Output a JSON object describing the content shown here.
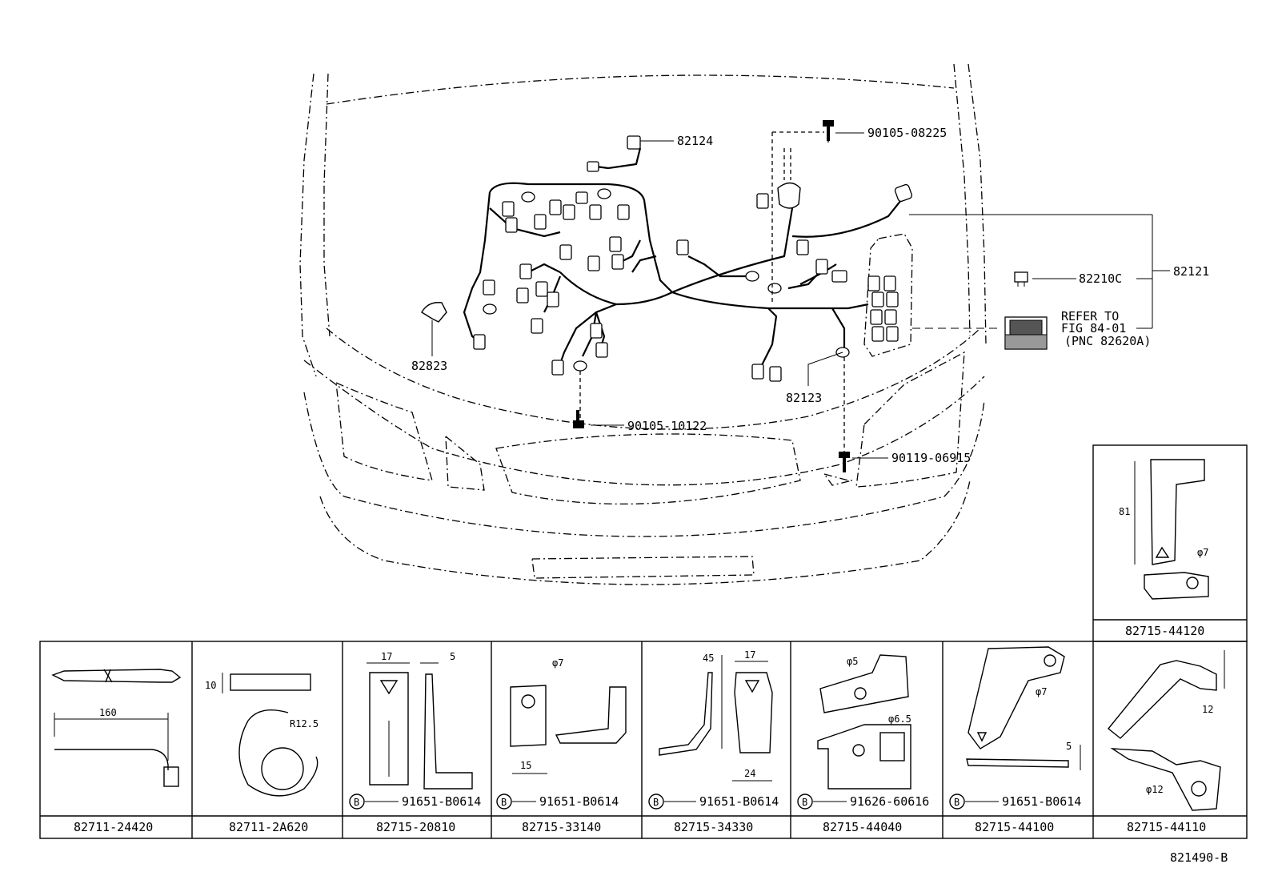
{
  "figure_id": "821490-B",
  "callouts": {
    "p82124": "82124",
    "p90105_08225": "90105-08225",
    "p82121": "82121",
    "p82210c": "82210C",
    "refer_line1": "REFER TO",
    "refer_line2": "FIG 84-01",
    "refer_line3": "(PNC 82620A)",
    "p82823": "82823",
    "p82123": "82123",
    "p90105_10122": "90105-10122",
    "p90119_06915": "90119-06915"
  },
  "panels": [
    {
      "part": "82711-24420",
      "dims": [
        "160"
      ]
    },
    {
      "part": "82711-2A620",
      "dims": [
        "10",
        "R12.5"
      ]
    },
    {
      "part": "82715-20810",
      "dims": [
        "17",
        "5"
      ],
      "bolt_mark": "B",
      "bolt": "91651-B0614"
    },
    {
      "part": "82715-33140",
      "dims": [
        "φ7",
        "15"
      ],
      "bolt_mark": "B",
      "bolt": "91651-B0614"
    },
    {
      "part": "82715-34330",
      "dims": [
        "45",
        "17",
        "24"
      ],
      "bolt_mark": "B",
      "bolt": "91651-B0614"
    },
    {
      "part": "82715-44040",
      "dims": [
        "φ5",
        "φ6.5"
      ],
      "bolt_mark": "B",
      "bolt": "91626-60616"
    },
    {
      "part": "82715-44100",
      "dims": [
        "φ7",
        "5"
      ],
      "bolt_mark": "B",
      "bolt": "91651-B0614"
    },
    {
      "part": "82715-44110",
      "dims": [
        "12",
        "φ12"
      ]
    }
  ],
  "top_panel": {
    "part": "82715-44120",
    "dims": [
      "81",
      "φ7"
    ]
  }
}
